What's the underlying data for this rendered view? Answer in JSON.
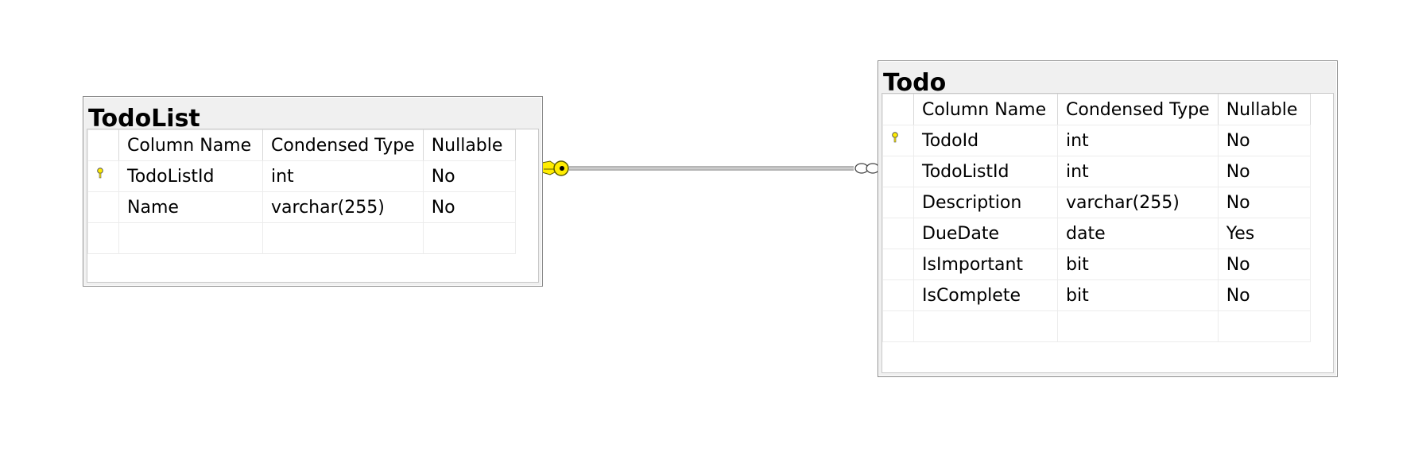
{
  "tables": {
    "todolist": {
      "title": "TodoList",
      "headers": [
        "Column Name",
        "Condensed Type",
        "Nullable"
      ],
      "rows": [
        {
          "key": true,
          "name": "TodoListId",
          "type": "int",
          "nullable": "No"
        },
        {
          "key": false,
          "name": "Name",
          "type": "varchar(255)",
          "nullable": "No"
        }
      ]
    },
    "todo": {
      "title": "Todo",
      "headers": [
        "Column Name",
        "Condensed Type",
        "Nullable"
      ],
      "rows": [
        {
          "key": true,
          "name": "TodoId",
          "type": "int",
          "nullable": "No"
        },
        {
          "key": false,
          "name": "TodoListId",
          "type": "int",
          "nullable": "No"
        },
        {
          "key": false,
          "name": "Description",
          "type": "varchar(255)",
          "nullable": "No"
        },
        {
          "key": false,
          "name": "DueDate",
          "type": "date",
          "nullable": "Yes"
        },
        {
          "key": false,
          "name": "IsImportant",
          "type": "bit",
          "nullable": "No"
        },
        {
          "key": false,
          "name": "IsComplete",
          "type": "bit",
          "nullable": "No"
        }
      ]
    }
  },
  "relationship": {
    "from": "TodoList",
    "to": "Todo",
    "from_end_icon": "key-icon",
    "to_end_icon": "infinity-icon",
    "key_color": "#ffec00",
    "line_color": "#6b6b6b"
  }
}
